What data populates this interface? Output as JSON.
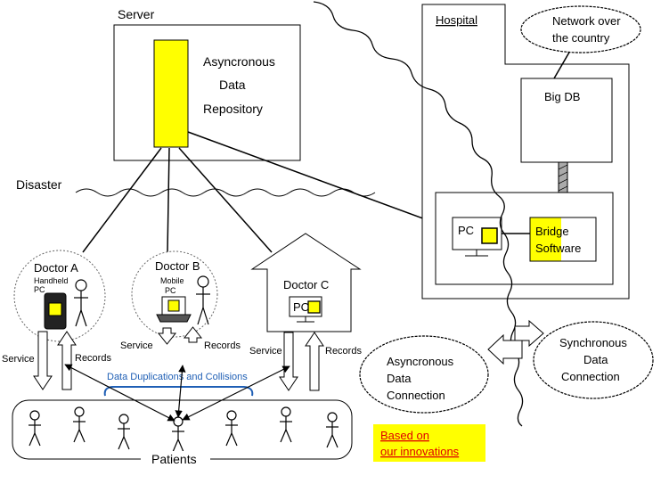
{
  "server": {
    "label": "Server",
    "repo_lines": [
      "Asyncronous",
      "Data",
      "Repository"
    ]
  },
  "disaster": "Disaster",
  "hospital": {
    "label": "Hospital",
    "network_lines": [
      "Network over",
      "the country"
    ],
    "big_db": "Big DB",
    "pc": "PC",
    "bridge_lines": [
      "Bridge",
      "Software"
    ]
  },
  "doctor_a": {
    "label": "Doctor A",
    "device_lines": [
      "Handheld",
      "PC"
    ]
  },
  "doctor_b": {
    "label": "Doctor B",
    "device_lines": [
      "Mobile",
      "PC"
    ]
  },
  "doctor_c": {
    "label": "Doctor C",
    "pc": "PC"
  },
  "flow": {
    "service": "Service",
    "records": "Records"
  },
  "collisions": "Data Duplications and Collisions",
  "patients": "Patients",
  "async_conn": [
    "Asyncronous",
    "Data",
    "Connection"
  ],
  "sync_conn": [
    "Synchronous",
    "Data",
    "Connection"
  ],
  "innovation": [
    "Based on",
    "our innovations"
  ],
  "colors": {
    "yellow": "#ffff00",
    "link_blue": "#1f5fb5",
    "innovation_red": "#e00000"
  }
}
